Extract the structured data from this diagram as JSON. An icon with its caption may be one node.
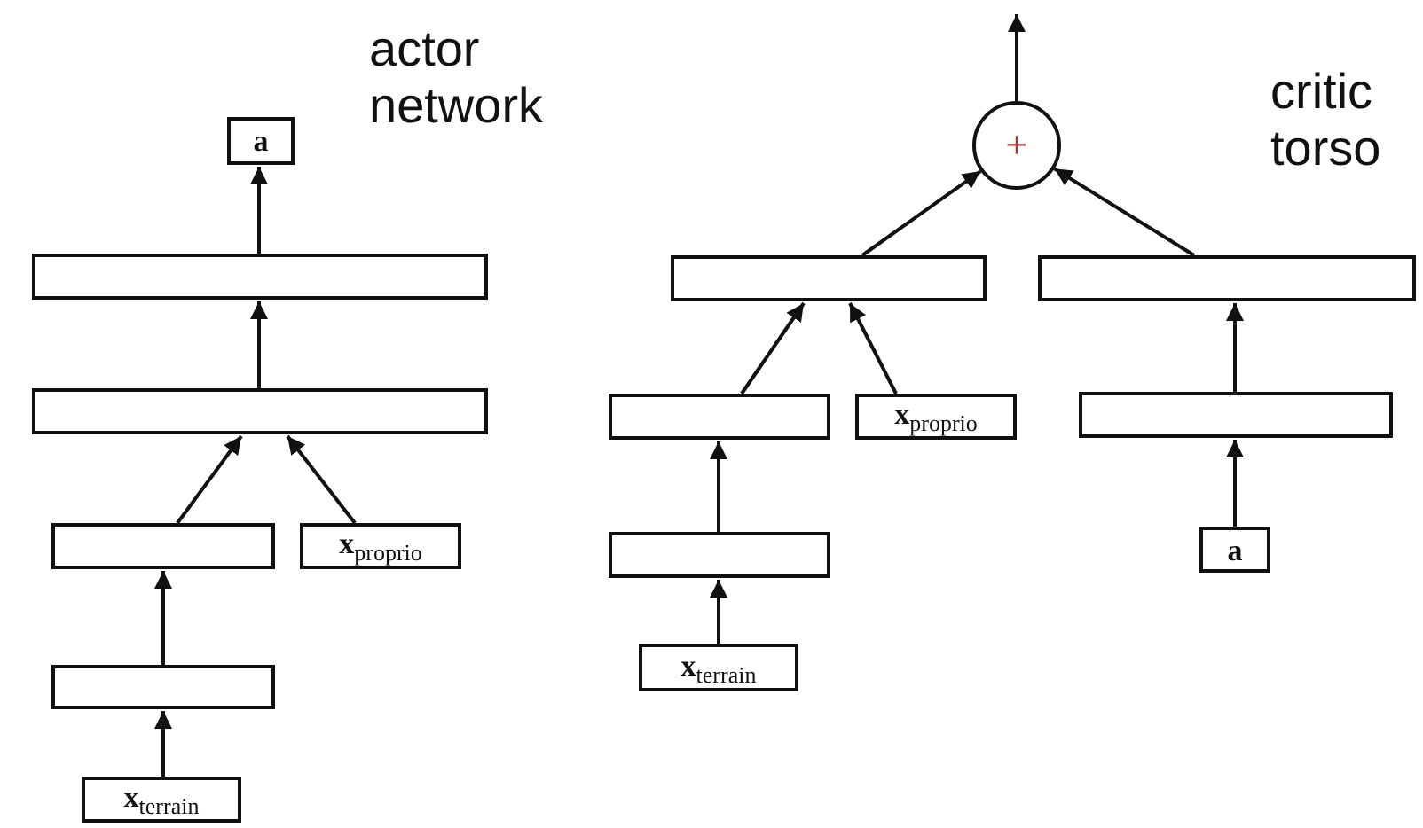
{
  "diagram": {
    "nodes": [
      {
        "text": [
          "a"
        ]
      },
      {
        "text": [],
        "shape": "box"
      },
      {
        "text": [],
        "shape": "box"
      },
      {
        "text": [],
        "shape": "box"
      },
      {
        "text": [
          "**x**$_{proprio}$"
        ]
      },
      {
        "text": [],
        "shape": "box"
      },
      {
        "text": [
          "**x**$_{terrain}$"
        ]
      },
      {
        "text": [],
        "shape": "box"
      },
      {
        "text": [],
        "shape": "box"
      },
      {
        "text": [
          "+"
        ]
      },
      {
        "text": [],
        "shape": "box"
      },
      {
        "text": [
          "**x**$_{proprio}$"
        ]
      },
      {
        "text": [],
        "shape": "box"
      },
      {
        "text": [
          "**x**$_{terrain}$"
        ]
      },
      {
        "text": [],
        "shape": "box"
      },
      {
        "text": [
          "a"
        ]
      }
    ],
    "edges": [
      {
        "from": 6,
        "to": 5,
        "arrow": "to"
      },
      {
        "from": 5,
        "to": 3,
        "arrow": "to"
      },
      {
        "from": 3,
        "to": 2,
        "arrow": "to"
      },
      {
        "from": 4,
        "to": 2,
        "arrow": "to"
      },
      {
        "from": 2,
        "to": 1,
        "arrow": "to"
      },
      {
        "from": 1,
        "to": 0,
        "arrow": "to"
      },
      {
        "from": 13,
        "to": 12,
        "arrow": "to"
      },
      {
        "from": 12,
        "to": 10,
        "arrow": "to"
      },
      {
        "from": 10,
        "to": 7,
        "arrow": "to"
      },
      {
        "from": 11,
        "to": 7,
        "arrow": "to"
      },
      {
        "from": 7,
        "to": 9,
        "arrow": "to"
      },
      {
        "from": 8,
        "to": 9,
        "arrow": "to"
      },
      {
        "from": 14,
        "to": 8,
        "arrow": "to"
      },
      {
        "from": 15,
        "to": 14,
        "arrow": "to"
      },
      {
        "from": 9,
        "to": null,
        "arrow": "to"
      }
    ],
    "labels": [
      "actor network",
      "critic torso"
    ]
  }
}
